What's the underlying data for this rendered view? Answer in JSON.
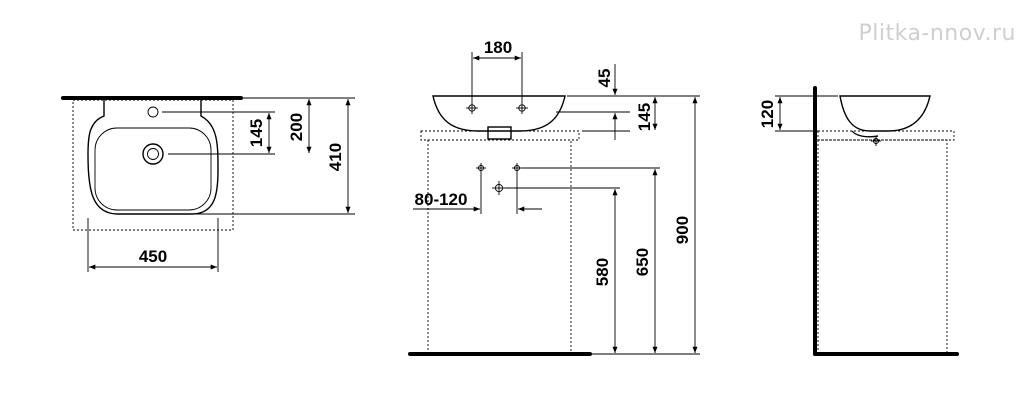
{
  "watermark": "Plitka-nnov.ru",
  "top_view": {
    "width_label": "450",
    "depth_label": "410",
    "tap_hole_label": "200",
    "drain_label": "145"
  },
  "front_view": {
    "drain_spacing_label": "180",
    "rim_height_label": "45",
    "bowl_height_label": "145",
    "adjust_range_label": "80-120",
    "outlet_height_label": "580",
    "supply_height_label": "650",
    "total_height_label": "900"
  },
  "side_view": {
    "bowl_height_label": "120"
  }
}
